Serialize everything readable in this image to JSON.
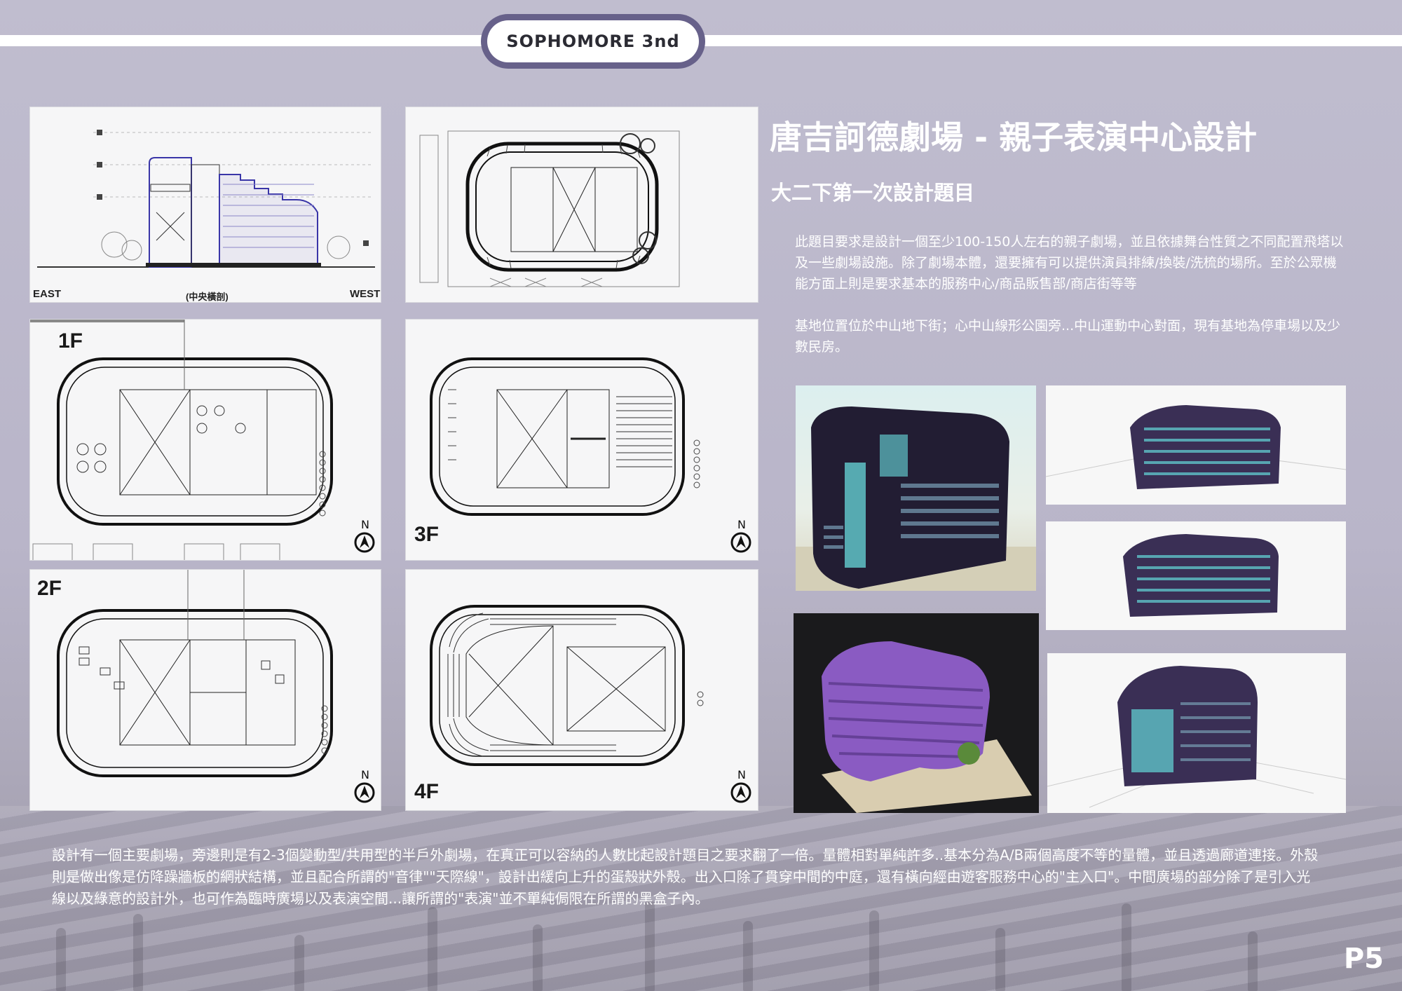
{
  "header": {
    "badge": "SOPHOMORE  3nd"
  },
  "section": {
    "east": "EAST",
    "center": "(中央橫剖)",
    "west": "WEST"
  },
  "floors": {
    "f1": "1F",
    "f2": "2F",
    "f3": "3F",
    "f4": "4F"
  },
  "title": "唐吉訶德劇場 - 親子表演中心設計",
  "subtitle": "大二下第一次設計題目",
  "intro": [
    "此題目要求是設計一個至少100-150人左右的親子劇場，並且依據舞台性質之不同配置飛塔以及一些劇場設施。除了劇場本體，還要擁有可以提供演員排練/換裝/洗梳的場所。至於公眾機能方面上則是要求基本的服務中心/商品販售部/商店街等等",
    "基地位置位於中山地下街；心中山線形公園旁...中山運動中心對面，現有基地為停車場以及少數民房。"
  ],
  "description": "設計有一個主要劇場，旁邊則是有2-3個變動型/共用型的半戶外劇場，在真正可以容納的人數比起設計題目之要求翻了一倍。量體相對單純許多..基本分為A/B兩個高度不等的量體，並且透過廊道連接。外殼則是做出像是仿降躁牆板的網狀結構，並且配合所謂的\"音律\"\"天際線\"，設計出緩向上升的蛋殼狀外殼。出入口除了貫穿中間的中庭，還有橫向經由遊客服務中心的\"主入口\"。中間廣場的部分除了是引入光線以及綠意的設計外，也可作為臨時廣場以及表演空間...讓所謂的\"表演\"並不單純侷限在所謂的黑盒子內。",
  "page": "P5",
  "colors": {
    "accent": "#67618a",
    "background": "#b9b5c9",
    "facade": "#3a2f55",
    "glass": "#5fc3c8",
    "model": "#8a5bc2"
  }
}
